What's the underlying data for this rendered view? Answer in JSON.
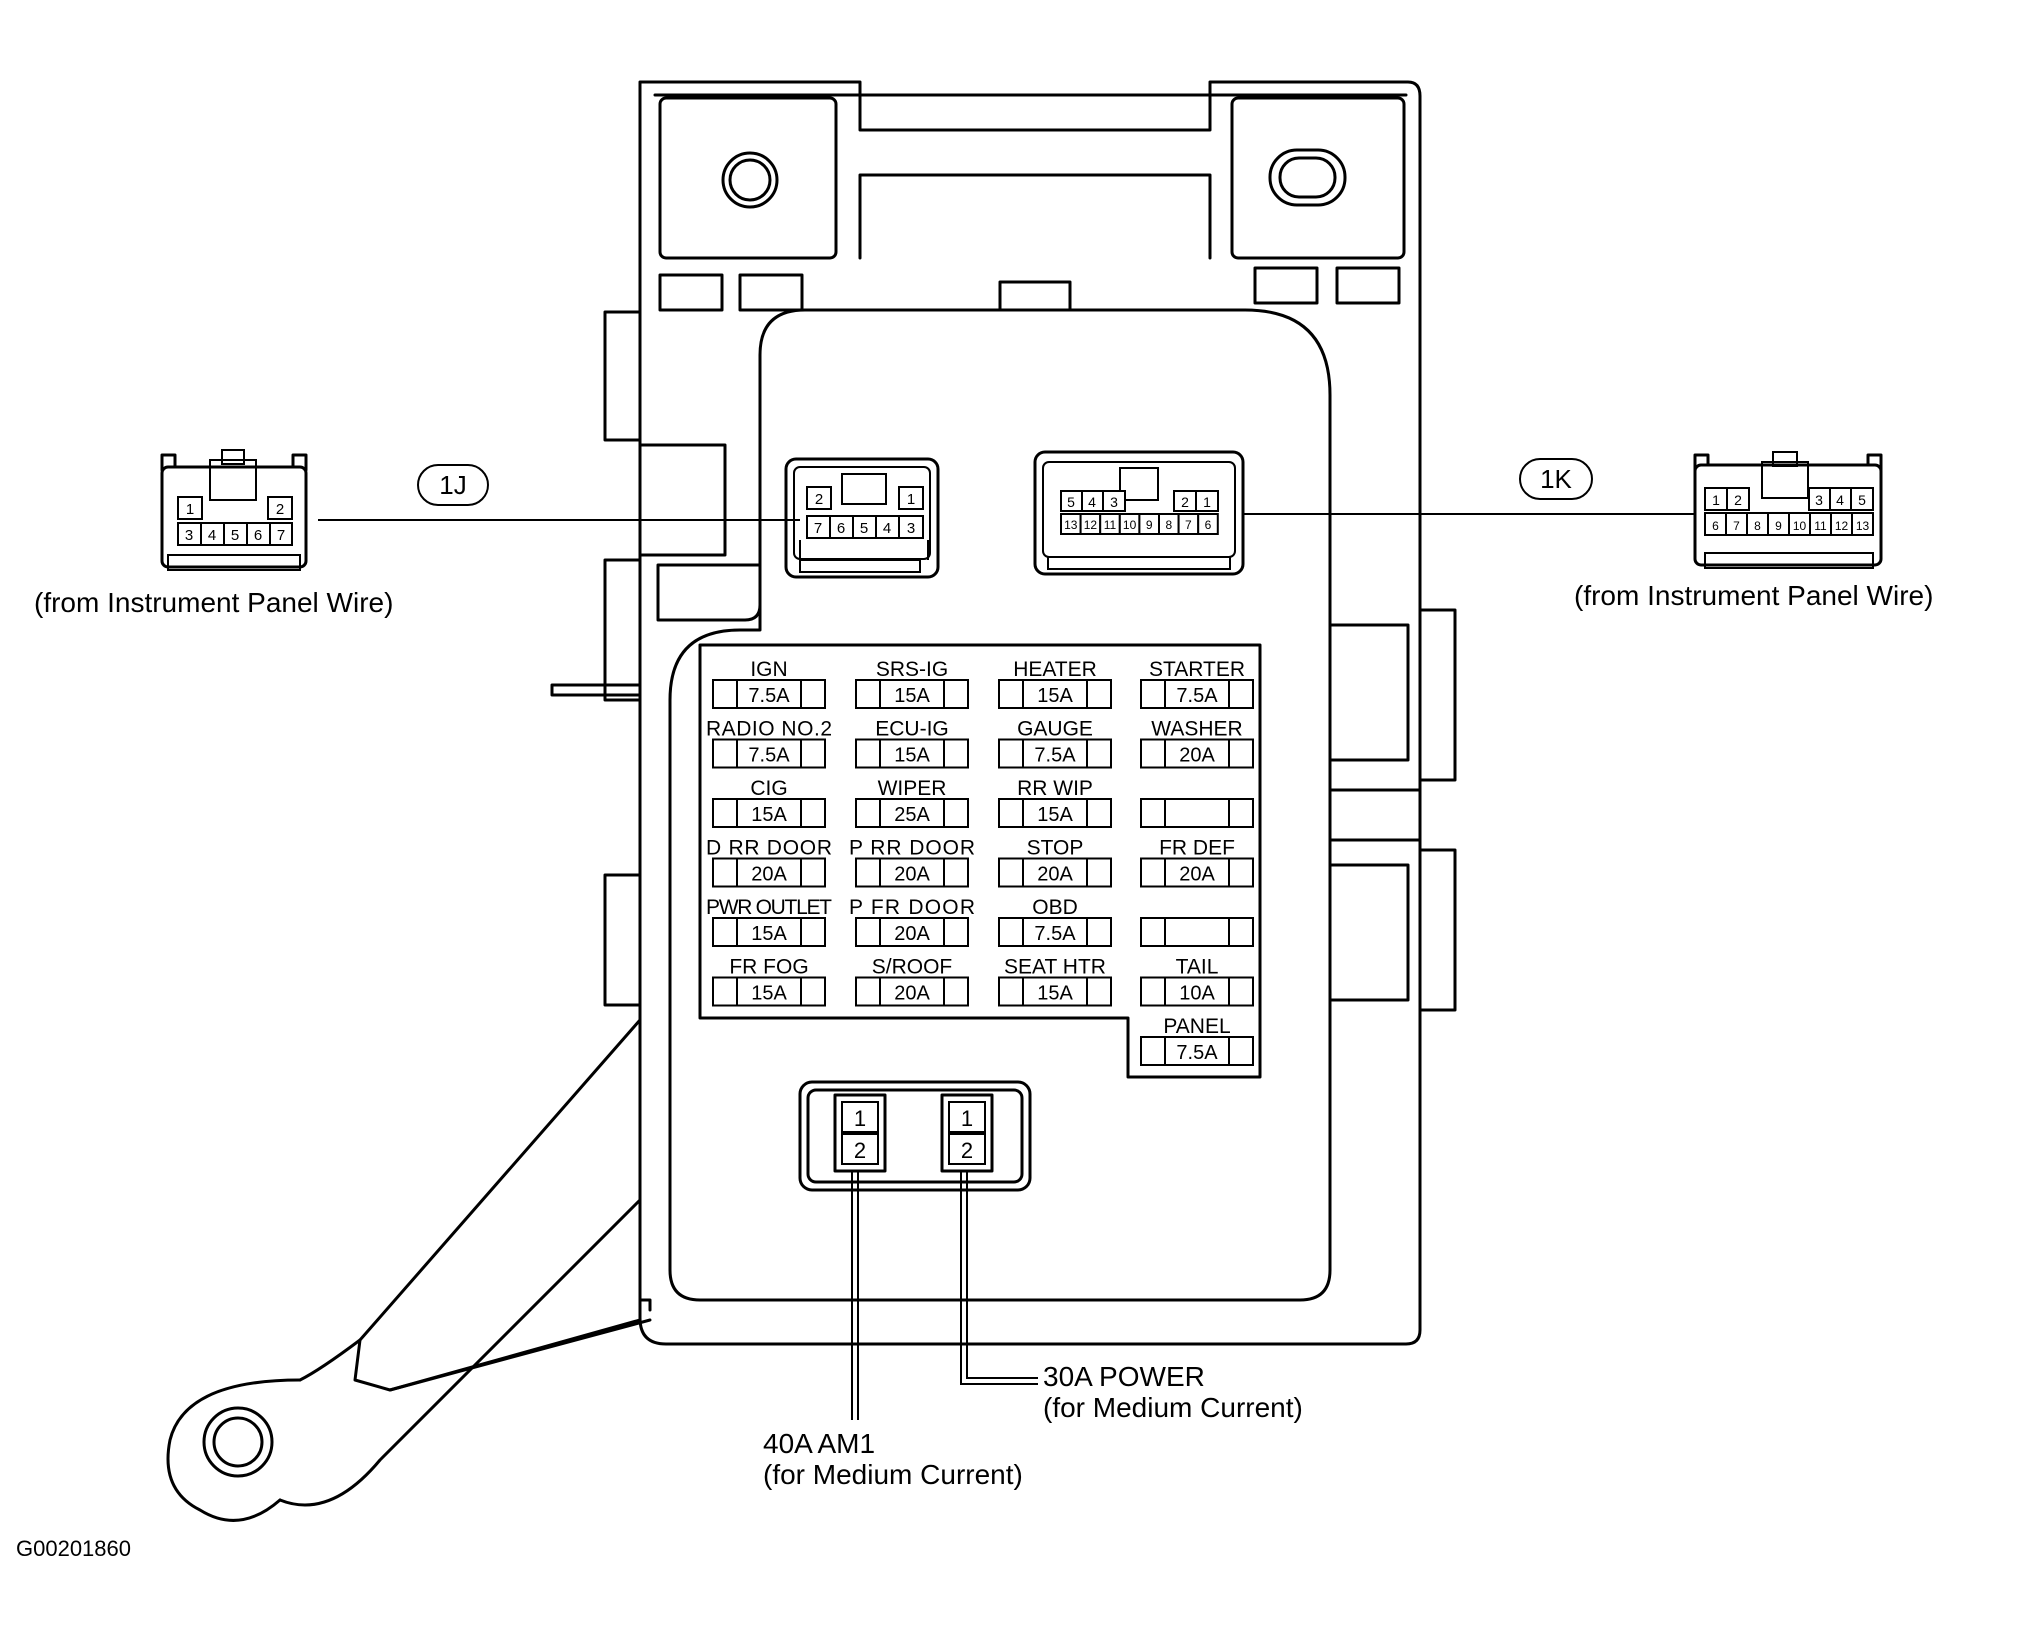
{
  "connectors": {
    "j": {
      "code": "1J",
      "source": "(from Instrument Panel Wire)",
      "plug_top": [
        "1",
        "2"
      ],
      "plug_bottom": [
        "3",
        "4",
        "5",
        "6",
        "7"
      ],
      "socket_top": [
        "2",
        "1"
      ],
      "socket_bottom": [
        "7",
        "6",
        "5",
        "4",
        "3"
      ]
    },
    "k": {
      "code": "1K",
      "source": "(from Instrument Panel Wire)",
      "plug_top_left": [
        "1",
        "2"
      ],
      "plug_top_right": [
        "3",
        "4",
        "5"
      ],
      "plug_bottom": [
        "6",
        "7",
        "8",
        "9",
        "10",
        "11",
        "12",
        "13"
      ],
      "socket_top_left": [
        "5",
        "4",
        "3"
      ],
      "socket_top_right": [
        "2",
        "1"
      ],
      "socket_bottom": [
        "13",
        "12",
        "11",
        "10",
        "9",
        "8",
        "7",
        "6"
      ]
    }
  },
  "fuses": [
    [
      {
        "name": "IGN",
        "rating": "7.5A"
      },
      {
        "name": "SRS-IG",
        "rating": "15A"
      },
      {
        "name": "HEATER",
        "rating": "15A"
      },
      {
        "name": "STARTER",
        "rating": "7.5A"
      }
    ],
    [
      {
        "name": "RADIO NO.2",
        "rating": "7.5A"
      },
      {
        "name": "ECU-IG",
        "rating": "15A"
      },
      {
        "name": "GAUGE",
        "rating": "7.5A"
      },
      {
        "name": "WASHER",
        "rating": "20A"
      }
    ],
    [
      {
        "name": "CIG",
        "rating": "15A"
      },
      {
        "name": "WIPER",
        "rating": "25A"
      },
      {
        "name": "RR WIP",
        "rating": "15A"
      },
      {
        "name": "",
        "rating": ""
      }
    ],
    [
      {
        "name": "D RR DOOR",
        "rating": "20A"
      },
      {
        "name": "P RR DOOR",
        "rating": "20A"
      },
      {
        "name": "STOP",
        "rating": "20A"
      },
      {
        "name": "FR DEF",
        "rating": "20A"
      }
    ],
    [
      {
        "name": "PWR OUTLET",
        "rating": "15A"
      },
      {
        "name": "P FR DOOR",
        "rating": "20A"
      },
      {
        "name": "OBD",
        "rating": "7.5A"
      },
      {
        "name": "",
        "rating": ""
      }
    ],
    [
      {
        "name": "FR FOG",
        "rating": "15A"
      },
      {
        "name": "S/ROOF",
        "rating": "20A"
      },
      {
        "name": "SEAT HTR",
        "rating": "15A"
      },
      {
        "name": "TAIL",
        "rating": "10A"
      }
    ],
    [
      null,
      null,
      null,
      {
        "name": "PANEL",
        "rating": "7.5A"
      }
    ]
  ],
  "relays": {
    "left": {
      "pins": [
        "1",
        "2"
      ],
      "label_line1": "40A AM1",
      "label_line2": "(for Medium Current)"
    },
    "right": {
      "pins": [
        "1",
        "2"
      ],
      "label_line1": "30A POWER",
      "label_line2": "(for Medium Current)"
    }
  },
  "figure_id": "G00201860"
}
